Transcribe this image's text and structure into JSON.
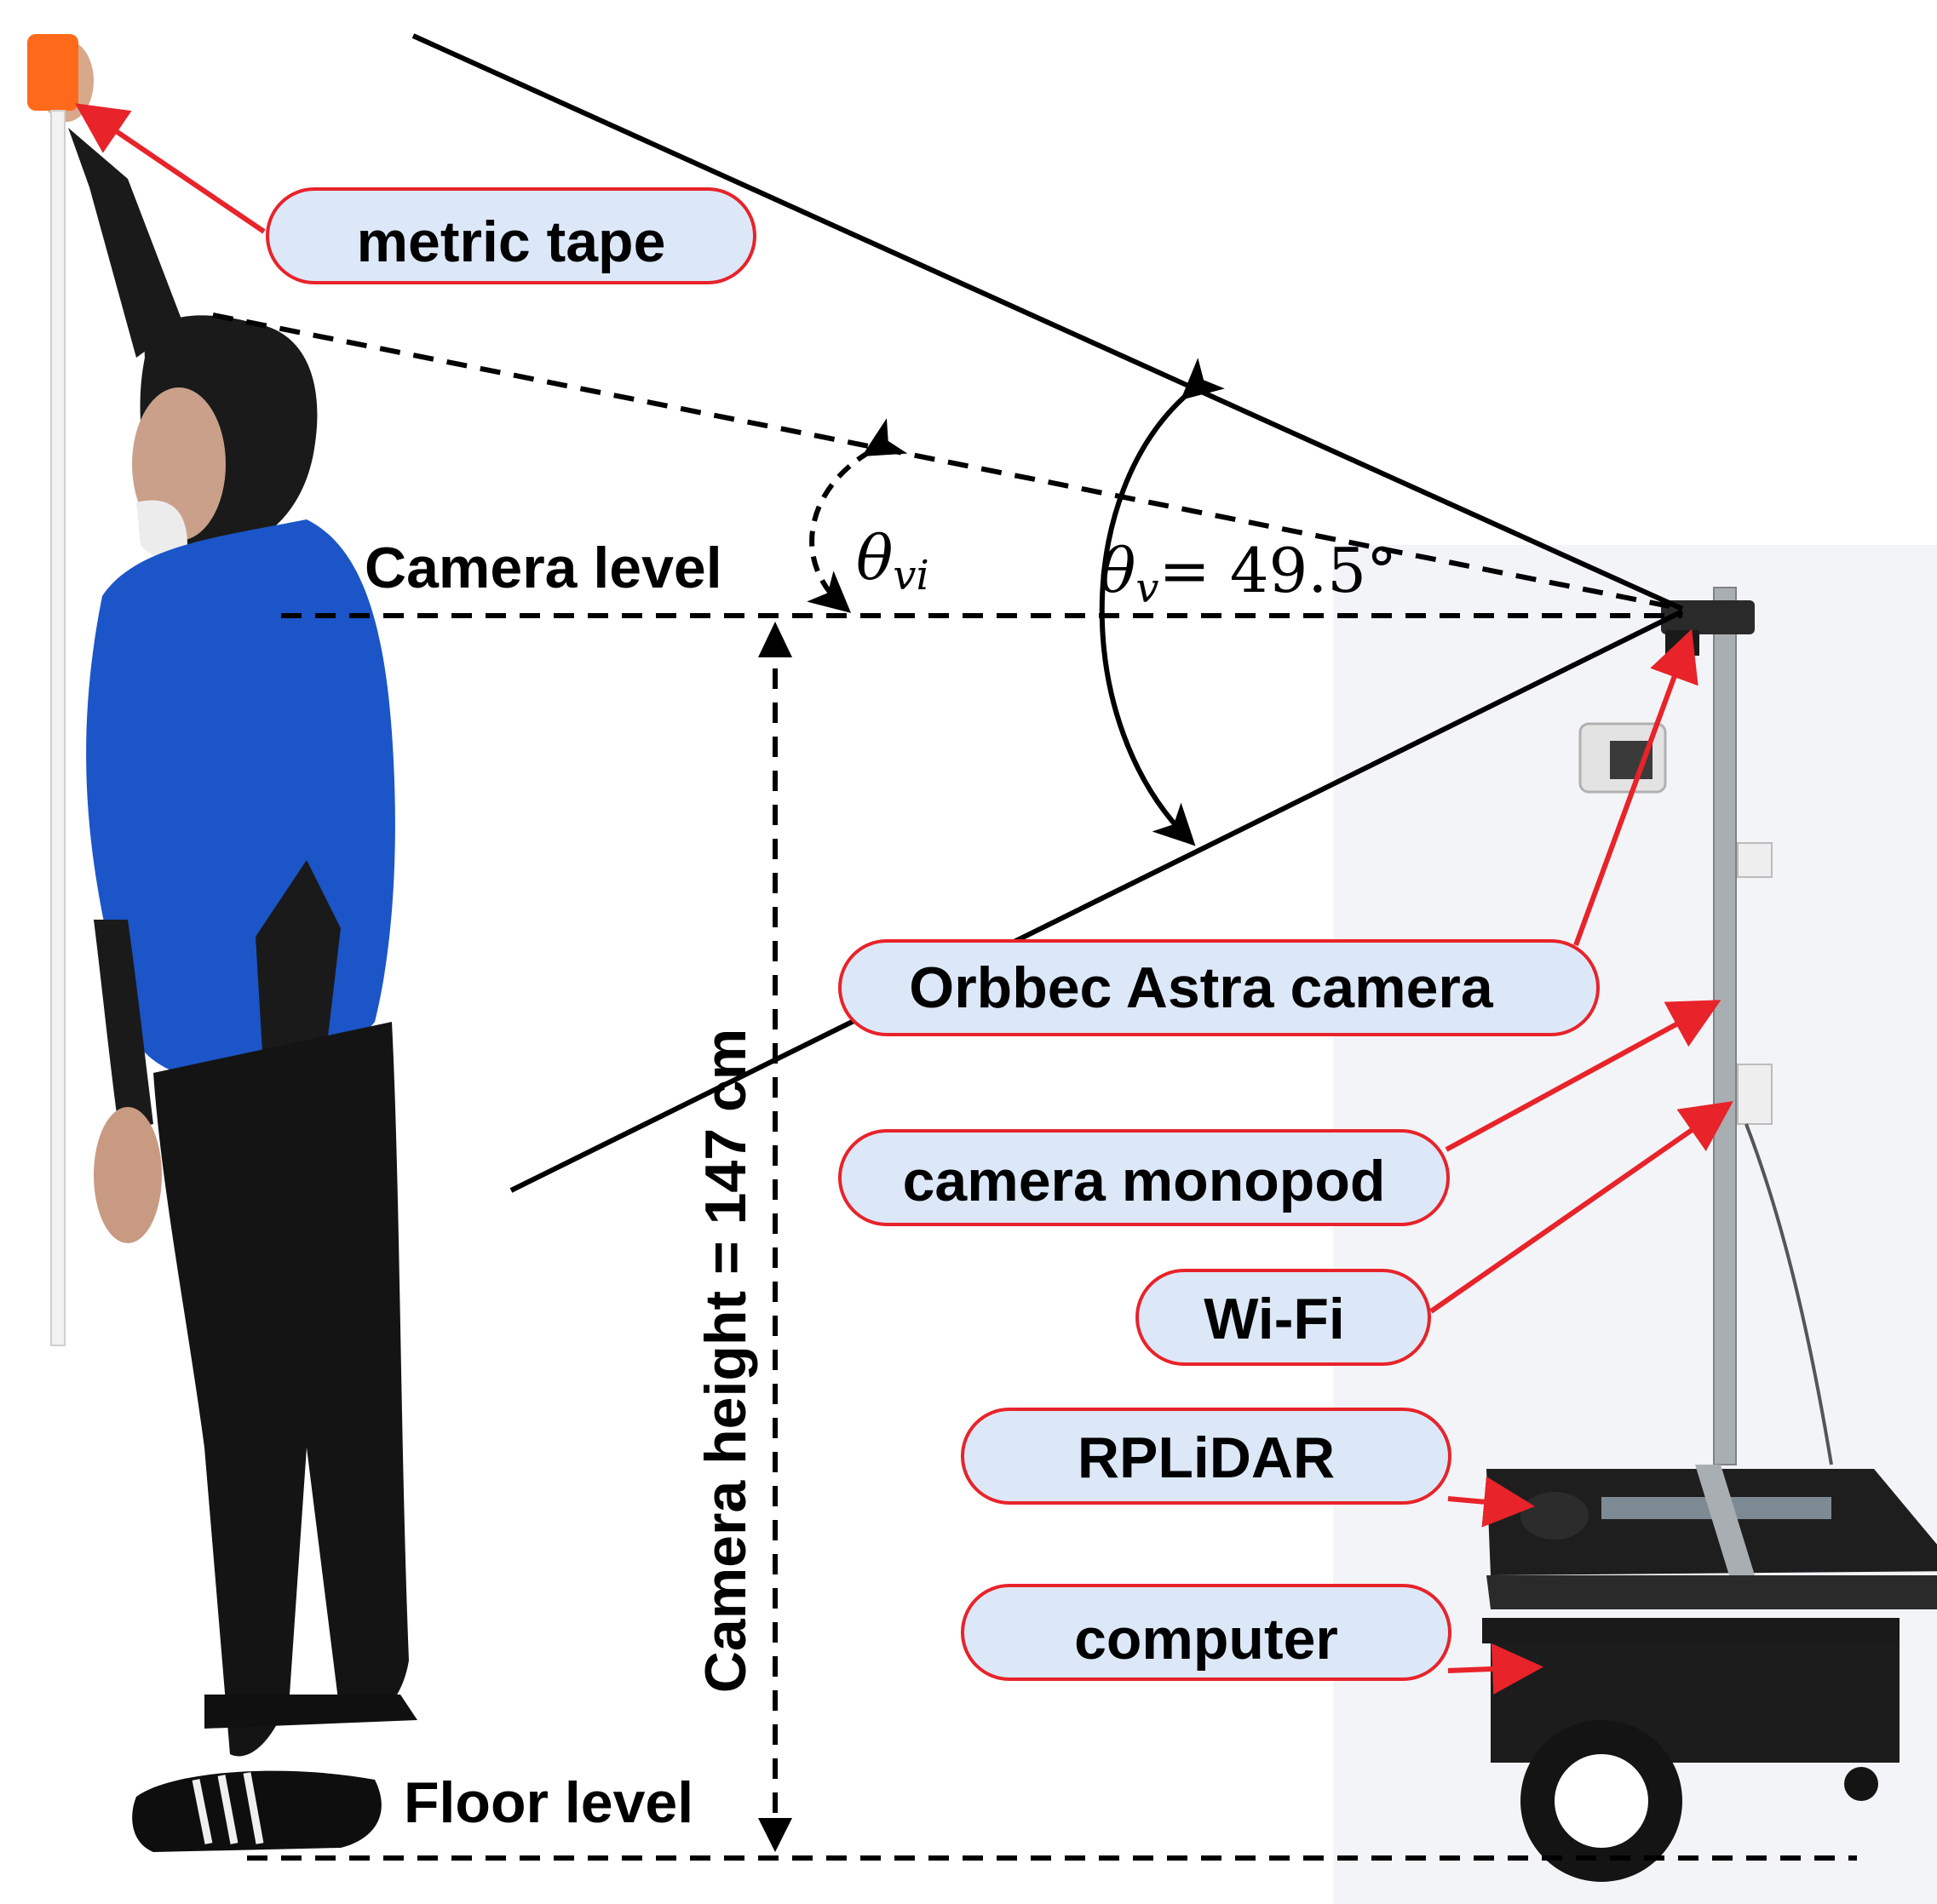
{
  "labels": {
    "camera_level": "Camera level",
    "floor_level": "Floor level",
    "camera_height": "Camera height = 147 cm",
    "theta": "θ",
    "theta_vi_sub": "vi",
    "theta_v_sub": "v",
    "fov_value": "= 49.5°"
  },
  "callouts": {
    "metric_tape": "metric tape",
    "camera": "Orbbec Astra camera",
    "monopod": "camera monopod",
    "wifi": "Wi-Fi",
    "lidar": "RPLiDAR",
    "computer": "computer"
  },
  "colors": {
    "callout_fill": "#dce8f8",
    "callout_border": "#e8232a",
    "arrow_red": "#e8232a",
    "shirt_blue": "#1c55c8",
    "robot_base": "#1e1e1e",
    "pole": "#a9aeb3",
    "line": "#000000"
  }
}
